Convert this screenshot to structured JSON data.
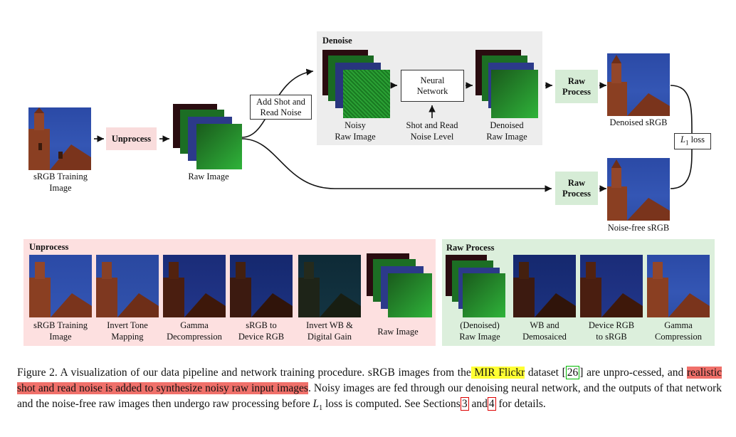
{
  "top": {
    "srgb_label_1": "sRGB Training",
    "srgb_label_2": "Image",
    "unprocess_btn": "Unprocess",
    "raw_image_label": "Raw Image",
    "add_noise_1": "Add Shot and",
    "add_noise_2": "Read Noise",
    "denoise_title": "Denoise",
    "noisy_1": "Noisy",
    "noisy_2": "Raw Image",
    "nn_1": "Neural",
    "nn_2": "Network",
    "noise_level_1": "Shot and Read",
    "noise_level_2": "Noise Level",
    "denoised_1": "Denoised",
    "denoised_2": "Raw Image",
    "raw_process_1": "Raw",
    "raw_process_2": "Process",
    "denoised_srgb": "Denoised sRGB",
    "noisefree_srgb": "Noise-free sRGB",
    "loss_L": "L",
    "loss_sub": "1",
    "loss_word": " loss"
  },
  "unprocess_panel": {
    "title": "Unprocess",
    "steps": [
      {
        "l1": "sRGB Training",
        "l2": "Image"
      },
      {
        "l1": "Invert Tone",
        "l2": "Mapping"
      },
      {
        "l1": "Gamma",
        "l2": "Decompression"
      },
      {
        "l1": "sRGB to",
        "l2": "Device RGB"
      },
      {
        "l1": "Invert WB &",
        "l2": "Digital Gain"
      },
      {
        "l1": "Raw Image",
        "l2": ""
      }
    ]
  },
  "rawprocess_panel": {
    "title": "Raw Process",
    "steps": [
      {
        "l1": "(Denoised)",
        "l2": "Raw Image"
      },
      {
        "l1": "WB and",
        "l2": "Demosaiced"
      },
      {
        "l1": "Device RGB",
        "l2": "to sRGB"
      },
      {
        "l1": "Gamma",
        "l2": "Compression"
      }
    ]
  },
  "caption": {
    "p1": "Figure 2. A visualization of our data pipeline and network training procedure. sRGB images from the",
    "mir": " MIR Flickr",
    "p2": " dataset ",
    "ref26": "26",
    "p3": " are unpro-cessed, and ",
    "noise_hl": "realistic shot and read noise is added to synthesize noisy raw input images",
    "p4": ". Noisy images are fed through our denoising neural network, and the outputs of that network and the noise-free raw images then undergo raw processing before ",
    "L": "L",
    "sub": "1",
    "p5": " loss is computed. See Sections",
    "ref3": "3",
    "p6": " and",
    "ref4": "4",
    "p7": " for details."
  },
  "colors": {
    "pink_panel": "#fde0e0",
    "green_panel": "#dcefdc",
    "denoise_panel": "#ededed",
    "sky": "#2f50ac",
    "raw_green": "#1f9a2a"
  }
}
